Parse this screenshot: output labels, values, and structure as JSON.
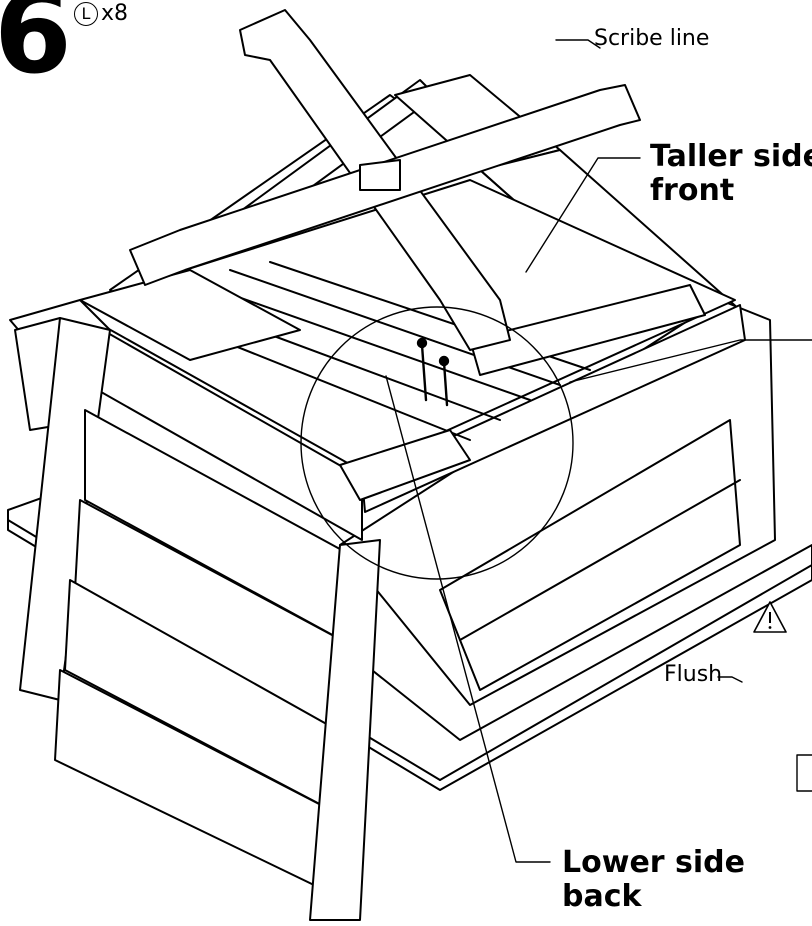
{
  "step": {
    "number": "6",
    "part_letter": "L",
    "part_quantity": "x8"
  },
  "callouts": {
    "scribe_line": "Scribe line",
    "taller_side_front": [
      "Taller side",
      "front"
    ],
    "lower_side_back": [
      "Lower side",
      "back"
    ],
    "flush": "Flush"
  },
  "icons": [
    "warning-triangle-icon",
    "screw-icon",
    "magnifier-circle"
  ]
}
